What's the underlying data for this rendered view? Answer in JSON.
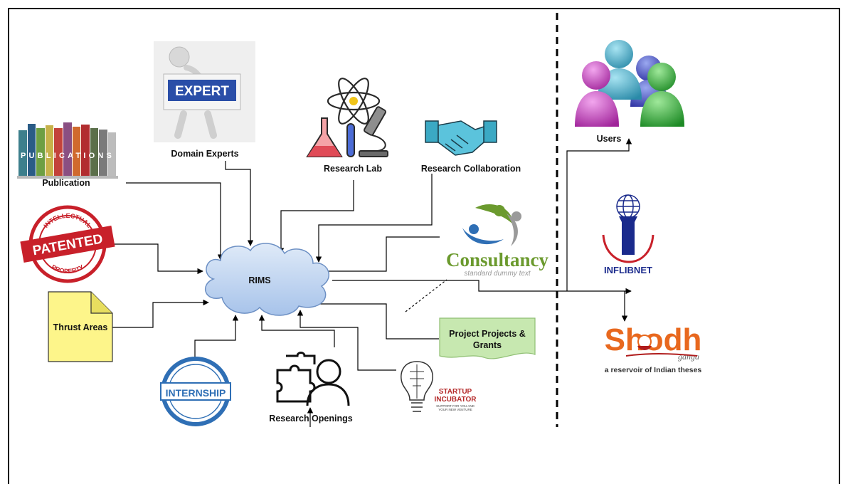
{
  "nodes": {
    "domain_experts": {
      "label": "Domain Experts",
      "sign": "EXPERT"
    },
    "research_lab": {
      "label": "Research Lab"
    },
    "research_collab": {
      "label": "Research Collaboration"
    },
    "publication": {
      "label": "Publication",
      "spine_text": "PUBLICATIONS"
    },
    "patent": {
      "label": "PATENTED",
      "ring_top": "INTELLECTUAL",
      "ring_bottom": "PROPERTY"
    },
    "thrust_areas": {
      "label": "Thrust Areas"
    },
    "rims": {
      "label": "RIMS"
    },
    "consultancy": {
      "label": "Consultancy",
      "tagline": "standard dummy text"
    },
    "project_grants": {
      "label_line1": "Project Projects &",
      "label_line2": "Grants"
    },
    "internship": {
      "label": "INTERNSHIP"
    },
    "research_openings": {
      "label": "Research Openings"
    },
    "startup": {
      "label_line1": "STARTUP",
      "label_line2": "INCUBATOR",
      "small_line1": "SUPPORT FOR YOU AND",
      "small_line2": "YOUR NEW VENTURE"
    },
    "users": {
      "label": "Users"
    },
    "inflibnet": {
      "label": "INFLIBNET"
    },
    "shodh": {
      "label": "Shodh",
      "sub": "ganga",
      "tagline": "a reservoir of Indian theses"
    }
  },
  "colors": {
    "cloud": "#bcd3ef",
    "cloud_stroke": "#6d90c4",
    "project_box": "#c7e8b0",
    "thrust_note": "#fdf58a",
    "stamp_red": "#c8202a",
    "internship_blue": "#2f6fb5",
    "shodh_orange": "#e8681e",
    "consultancy_green": "#6b9a2e",
    "inflibnet_navy": "#1a2a8c"
  }
}
